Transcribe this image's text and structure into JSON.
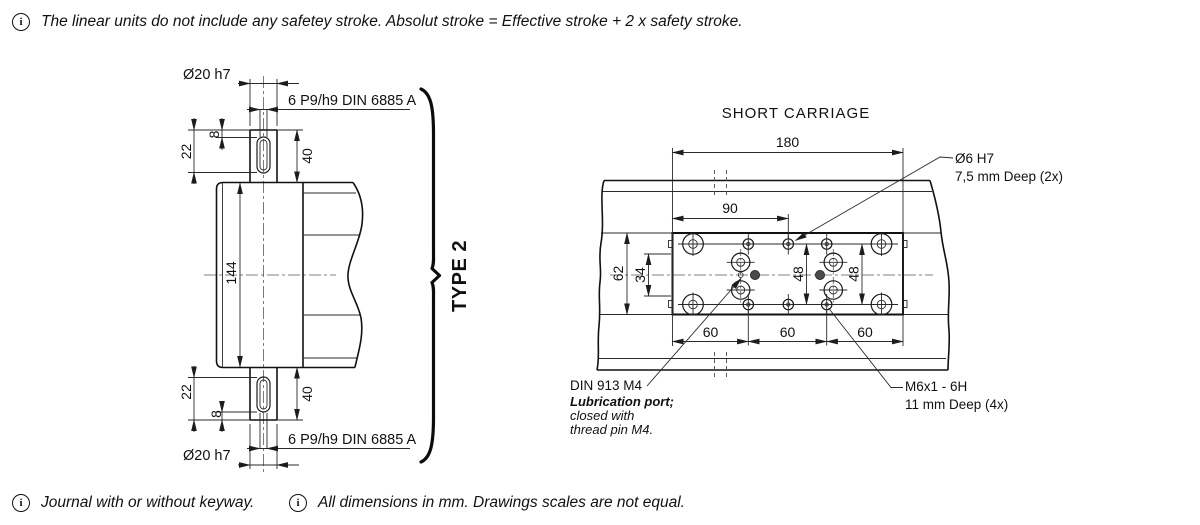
{
  "notes": {
    "info_glyph": "i",
    "top": "The linear units do not include any safetey stroke. Absolut stroke = Effective stroke + 2 x safety stroke.",
    "bottom_left": "Journal with or without keyway.",
    "bottom_right": "All dimensions in mm. Drawings scales are not equal."
  },
  "type2_view": {
    "label": "TYPE 2",
    "shaft_diameter": "Ø20 h7",
    "keyway_spec": "6 P9/h9 DIN 6885 A",
    "dim_8": "8",
    "dim_22": "22",
    "dim_40": "40",
    "dim_144": "144"
  },
  "carriage_view": {
    "title": "SHORT CARRIAGE",
    "dim_180": "180",
    "dim_90": "90",
    "dim_62": "62",
    "dim_34": "34",
    "dim_48": "48",
    "dim_60": "60",
    "dowel_hole_label": {
      "line1": "Ø6 H7",
      "line2": "7,5 mm Deep (2x)"
    },
    "lubrication_label": {
      "line1": "DIN 913 M4",
      "line2": "Lubrication port;",
      "line3": "closed with",
      "line4": "thread pin M4."
    },
    "thread_label": {
      "line1": "M6x1 - 6H",
      "line2": "11 mm Deep (4x)"
    }
  }
}
